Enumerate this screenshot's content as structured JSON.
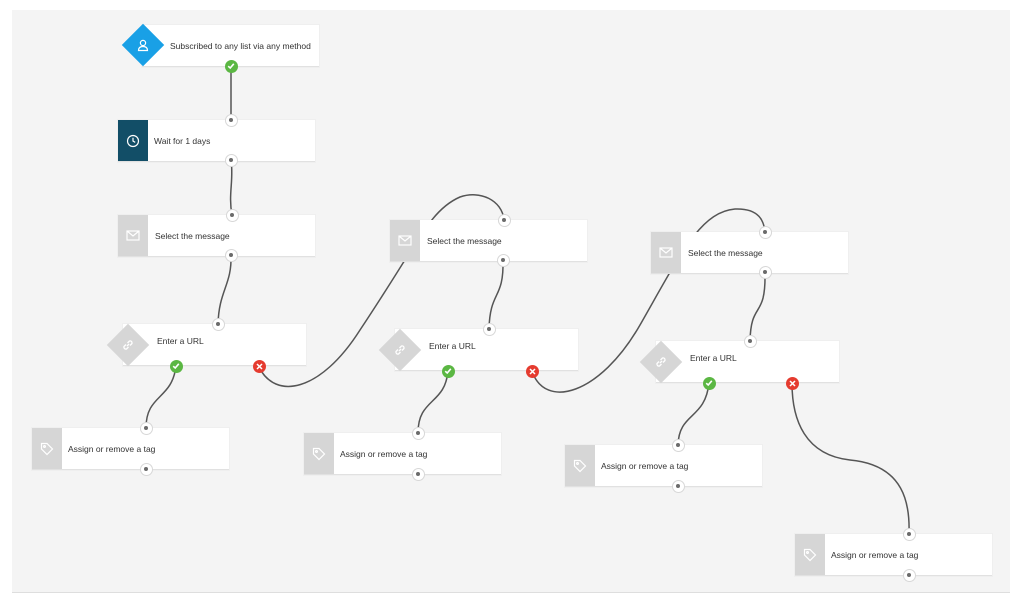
{
  "workflow": {
    "trigger": {
      "label": "Subscribed to any list via any method",
      "icon": "user-icon"
    },
    "wait": {
      "label": "Wait for 1 days",
      "icon": "clock-icon"
    },
    "branches": [
      {
        "message": {
          "label": "Select the message",
          "icon": "envelope-icon"
        },
        "url": {
          "label": "Enter a URL",
          "icon": "link-icon"
        },
        "tag": {
          "label": "Assign or remove a tag",
          "icon": "tag-icon"
        }
      },
      {
        "message": {
          "label": "Select the message",
          "icon": "envelope-icon"
        },
        "url": {
          "label": "Enter a URL",
          "icon": "link-icon"
        },
        "tag": {
          "label": "Assign or remove a tag",
          "icon": "tag-icon"
        }
      },
      {
        "message": {
          "label": "Select the message",
          "icon": "envelope-icon"
        },
        "url": {
          "label": "Enter a URL",
          "icon": "link-icon"
        },
        "tag": {
          "label": "Assign or remove a tag",
          "icon": "tag-icon"
        }
      }
    ],
    "final_tag": {
      "label": "Assign or remove a tag",
      "icon": "tag-icon"
    }
  },
  "colors": {
    "trigger_accent": "#19a0e6",
    "wait_accent": "#124e67",
    "icon_bg": "#d6d6d6",
    "success": "#5bb743",
    "failure": "#e53b2f",
    "wire": "#555555"
  }
}
